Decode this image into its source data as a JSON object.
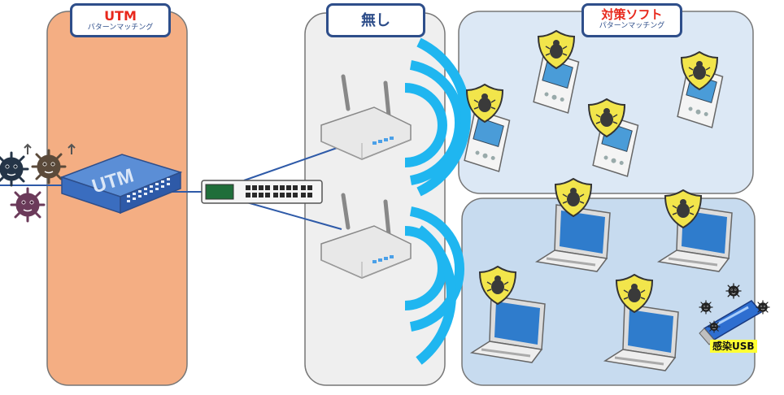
{
  "zones": {
    "utm": {
      "title": "UTM",
      "subtitle": "パターンマッチング"
    },
    "none": {
      "title": "無し"
    },
    "soft": {
      "title": "対策ソフト",
      "subtitle": "パターンマッチング"
    }
  },
  "utm_device": {
    "label": "UTM"
  },
  "usb": {
    "label": "感染USB"
  },
  "colors": {
    "utm_zone": "#f4ae83",
    "none_zone": "#efefef",
    "soft_top_zone": "#dce8f5",
    "soft_bottom_zone": "#c7dbef",
    "label_border": "#2e4e8a",
    "accent_red": "#e8281c",
    "wifi": "#1fb6f0",
    "shield": "#f2e54b"
  },
  "icons": [
    "virus-icon",
    "utm-appliance-icon",
    "switch-icon",
    "wireless-router-icon",
    "wifi-signal-icon",
    "pda-icon",
    "laptop-icon",
    "shield-icon",
    "usb-drive-icon"
  ]
}
